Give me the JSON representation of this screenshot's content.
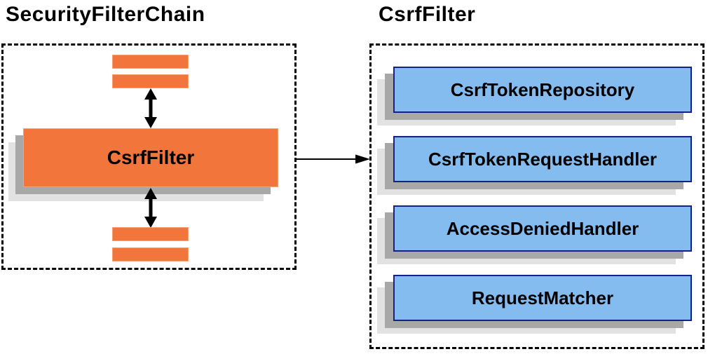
{
  "left_panel": {
    "title": "SecurityFilterChain",
    "main_box_label": "CsrfFilter"
  },
  "right_panel": {
    "title": "CsrfFilter",
    "components": [
      {
        "label": "CsrfTokenRepository"
      },
      {
        "label": "CsrfTokenRequestHandler"
      },
      {
        "label": "AccessDeniedHandler"
      },
      {
        "label": "RequestMatcher"
      }
    ]
  },
  "connectors": {
    "top_double_arrow": "vertical-double-arrow",
    "bottom_double_arrow": "vertical-double-arrow",
    "flow_arrow": "right-arrow"
  },
  "colors": {
    "orange_fill": "#F2753B",
    "orange_border": "#F8A173",
    "blue_fill": "#85BCF0",
    "blue_border": "#14218C",
    "shadow_dark": "#A8A8A8",
    "shadow_light": "#E2E2E2",
    "line_color": "#000000",
    "background": "#FFFFFF"
  }
}
